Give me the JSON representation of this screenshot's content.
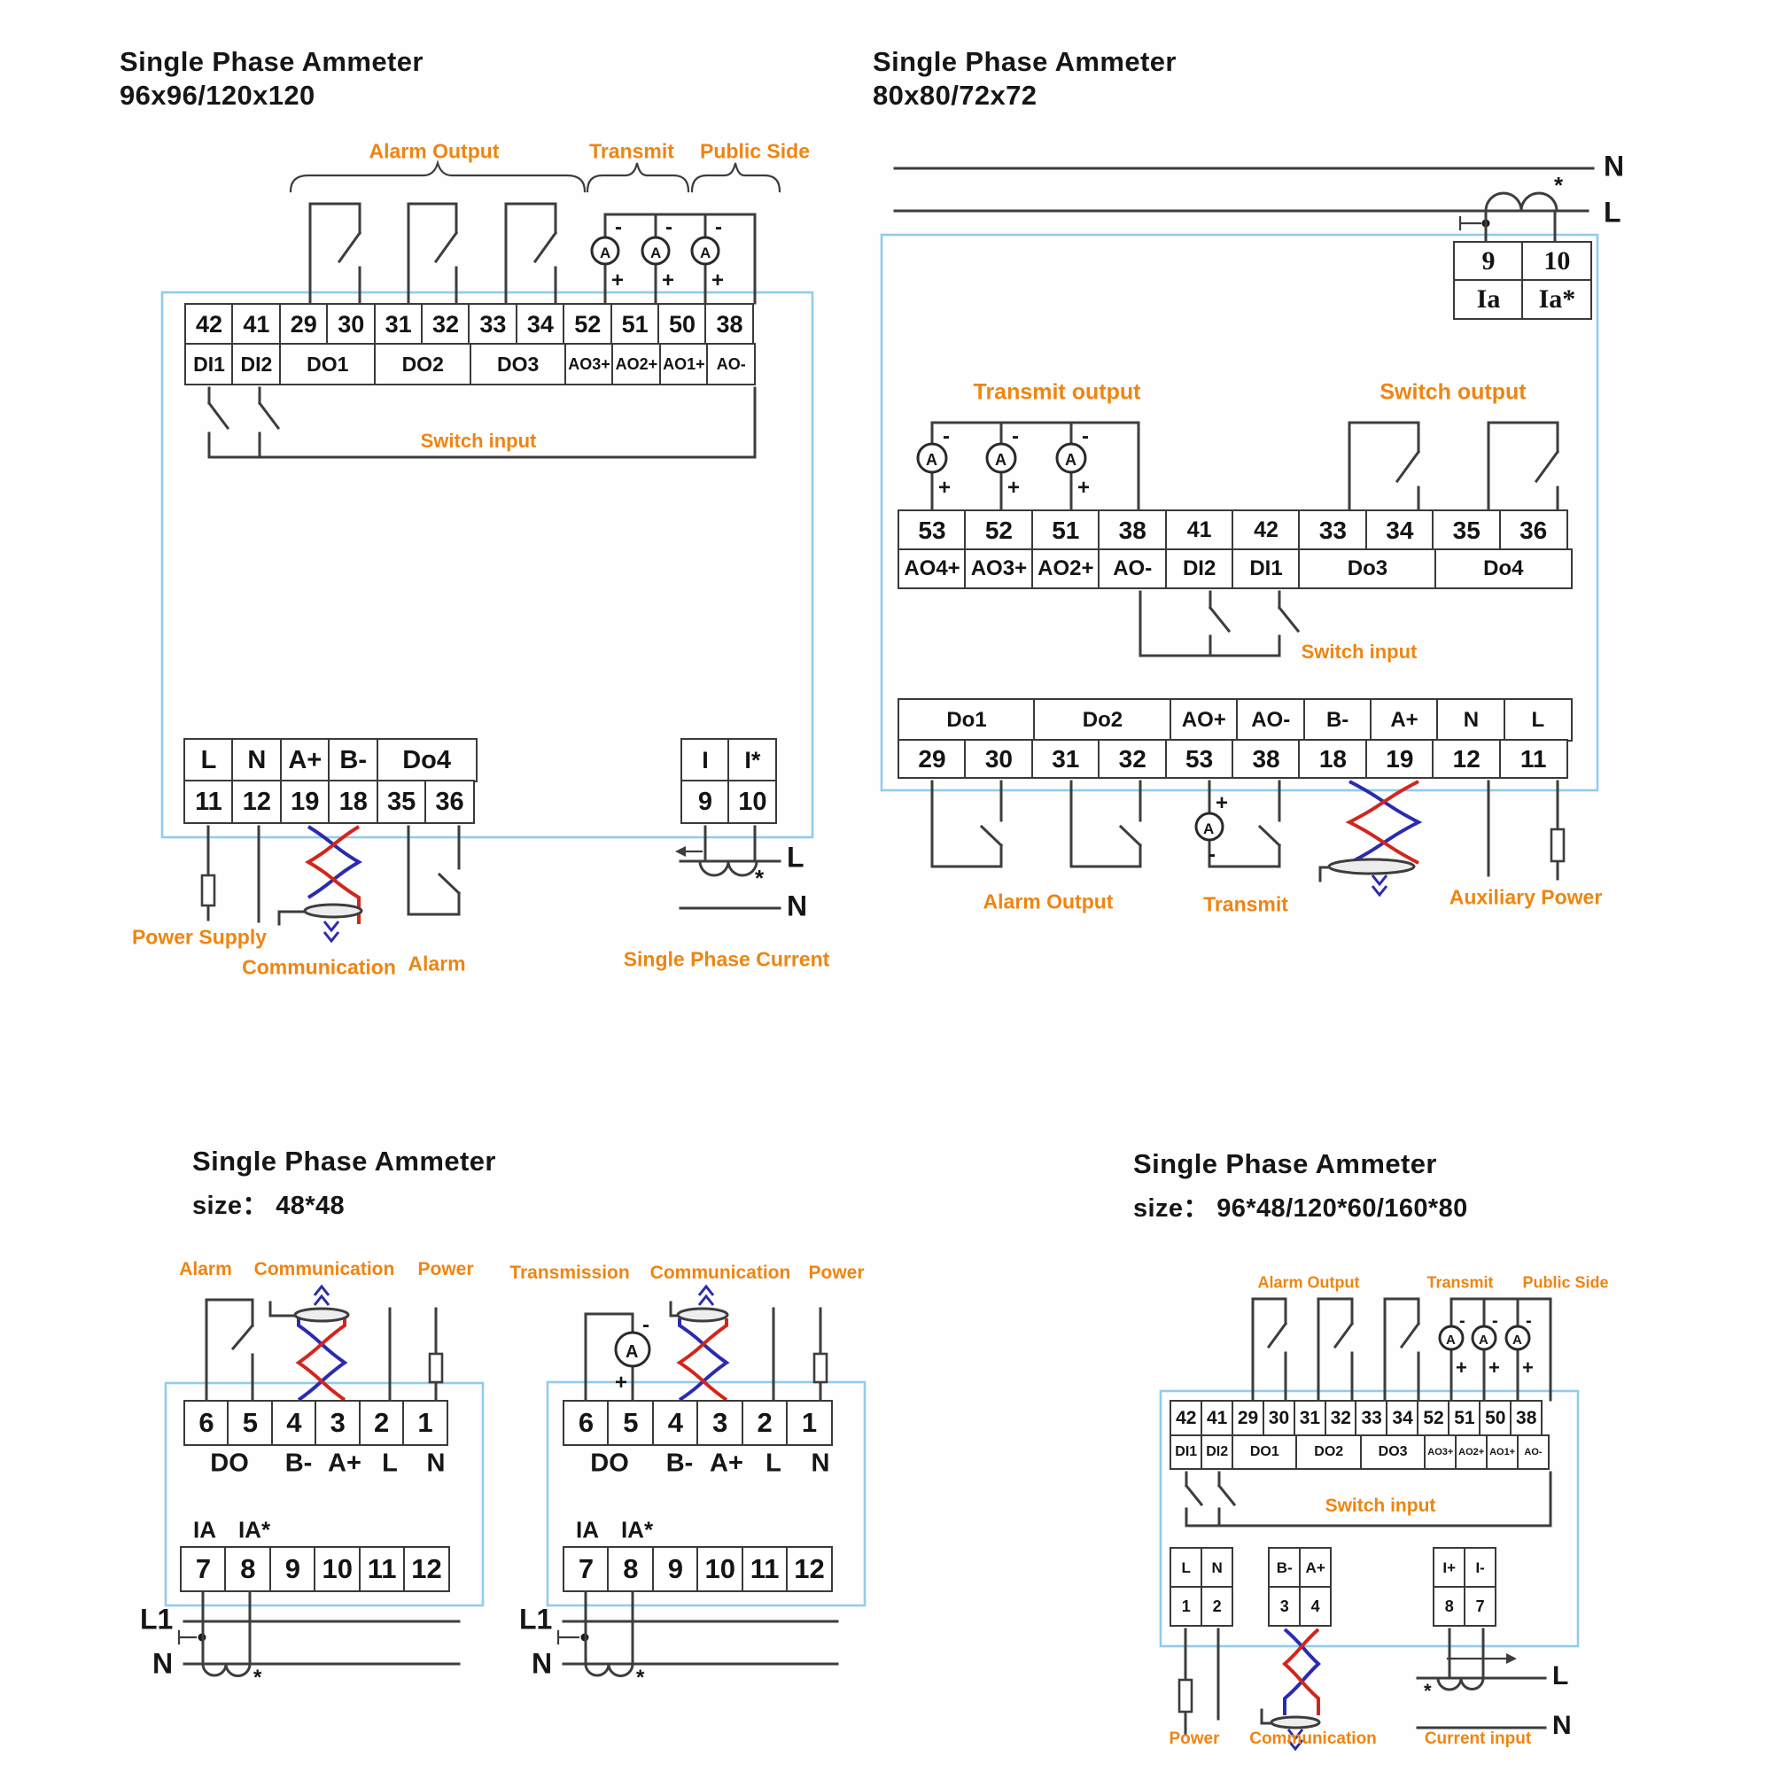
{
  "symbols": {
    "ammeter": "A",
    "plus": "+",
    "minus": "-",
    "asterisk": "*"
  },
  "d1": {
    "title_line1": "Single Phase Ammeter",
    "title_line2": "96x96/120x120",
    "labels": {
      "alarm_output": "Alarm Output",
      "transmit": "Transmit",
      "public_side": "Public Side",
      "switch_input": "Switch input",
      "power_supply": "Power Supply",
      "communication": "Communication",
      "alarm": "Alarm",
      "single_phase_current": "Single Phase Current"
    },
    "line_labels": {
      "l": "L",
      "n": "N"
    },
    "strip1": {
      "numbers": [
        "42",
        "41",
        "29",
        "30",
        "31",
        "32",
        "33",
        "34",
        "52",
        "51",
        "50",
        "38"
      ],
      "labels": [
        "DI1",
        "DI2",
        "DO1",
        "DO2",
        "DO3",
        "AO3+",
        "AO2+",
        "AO1+",
        "AO-"
      ]
    },
    "strip2": {
      "labels": [
        "L",
        "N",
        "A+",
        "B-",
        "Do4"
      ],
      "numbers": [
        "11",
        "12",
        "19",
        "18",
        "35",
        "36"
      ]
    },
    "current_block": {
      "labels": [
        "I",
        "I*"
      ],
      "numbers": [
        "9",
        "10"
      ]
    }
  },
  "d2": {
    "title_line1": "Single Phase Ammeter",
    "title_line2": "80x80/72x72",
    "labels": {
      "transmit_output": "Transmit output",
      "switch_output": "Switch output",
      "switch_input": "Switch input",
      "alarm_output": "Alarm Output",
      "transmit": "Transmit",
      "auxiliary_power": "Auxiliary Power"
    },
    "line_labels": {
      "n": "N",
      "l": "L"
    },
    "ct_block": {
      "numbers": [
        "9",
        "10"
      ],
      "labels": [
        "Ia",
        "Ia*"
      ]
    },
    "strip1": {
      "numbers": [
        "53",
        "52",
        "51",
        "38",
        "41",
        "42",
        "33",
        "34",
        "35",
        "36"
      ],
      "labels": [
        "AO4+",
        "AO3+",
        "AO2+",
        "AO-",
        "DI2",
        "DI1",
        "Do3",
        "Do4"
      ]
    },
    "strip2": {
      "labels": [
        "Do1",
        "Do2",
        "AO+",
        "AO-",
        "B-",
        "A+",
        "N",
        "L"
      ],
      "numbers": [
        "29",
        "30",
        "31",
        "32",
        "53",
        "38",
        "18",
        "19",
        "12",
        "11"
      ]
    }
  },
  "d3": {
    "title_line1": "Single Phase Ammeter",
    "title_line2": "size： 48*48",
    "a": {
      "top_labels": {
        "alarm": "Alarm",
        "communication": "Communication",
        "power": "Power"
      },
      "strip1": {
        "numbers": [
          "6",
          "5",
          "4",
          "3",
          "2",
          "1"
        ],
        "labels": [
          "DO",
          "B-",
          "A+",
          "L",
          "N"
        ]
      },
      "ia_labels": [
        "IA",
        "IA*"
      ],
      "strip2": {
        "numbers": [
          "7",
          "8",
          "9",
          "10",
          "11",
          "12"
        ]
      },
      "line_labels": {
        "l1": "L1",
        "n": "N"
      }
    },
    "b": {
      "top_labels": {
        "transmission": "Transmission",
        "communication": "Communication",
        "power": "Power"
      },
      "strip1": {
        "numbers": [
          "6",
          "5",
          "4",
          "3",
          "2",
          "1"
        ],
        "labels": [
          "DO",
          "B-",
          "A+",
          "L",
          "N"
        ]
      },
      "ia_labels": [
        "IA",
        "IA*"
      ],
      "strip2": {
        "numbers": [
          "7",
          "8",
          "9",
          "10",
          "11",
          "12"
        ]
      },
      "line_labels": {
        "l1": "L1",
        "n": "N"
      }
    }
  },
  "d4": {
    "title_line1": "Single Phase Ammeter",
    "title_line2": "size： 96*48/120*60/160*80",
    "labels": {
      "alarm_output": "Alarm Output",
      "transmit": "Transmit",
      "public_side": "Public Side",
      "switch_input": "Switch input",
      "power": "Power",
      "communication": "Communication",
      "current_input": "Current input"
    },
    "line_labels": {
      "l": "L",
      "n": "N"
    },
    "strip1": {
      "numbers": [
        "42",
        "41",
        "29",
        "30",
        "31",
        "32",
        "33",
        "34",
        "52",
        "51",
        "50",
        "38"
      ],
      "labels": [
        "DI1",
        "DI2",
        "DO1",
        "DO2",
        "DO3",
        "AO3+",
        "AO2+",
        "AO1+",
        "AO-"
      ]
    },
    "blocks": {
      "power": {
        "labels": [
          "L",
          "N"
        ],
        "numbers": [
          "1",
          "2"
        ]
      },
      "comm": {
        "labels": [
          "B-",
          "A+"
        ],
        "numbers": [
          "3",
          "4"
        ]
      },
      "current": {
        "labels": [
          "I+",
          "I-"
        ],
        "numbers": [
          "8",
          "7"
        ]
      }
    }
  }
}
